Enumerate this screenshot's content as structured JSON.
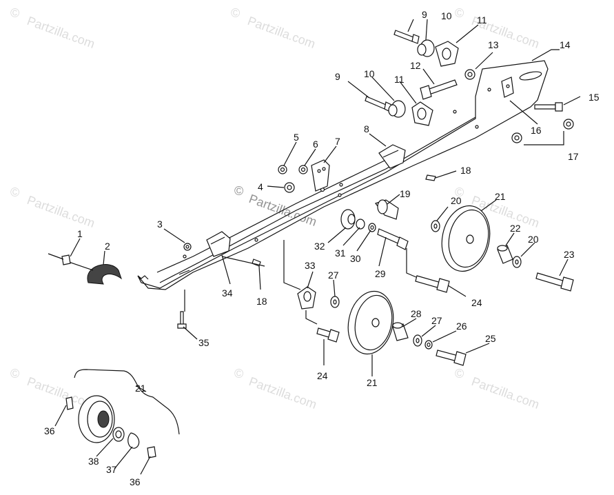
{
  "watermark": {
    "text": "Partzilla.com",
    "symbol": "©"
  },
  "callouts": {
    "c1": "1",
    "c2": "2",
    "c3": "3",
    "c4": "4",
    "c5": "5",
    "c6": "6",
    "c7": "7",
    "c8": "8",
    "c9a": "9",
    "c9b": "9",
    "c10a": "10",
    "c10b": "10",
    "c11a": "11",
    "c11b": "11",
    "c12": "12",
    "c13": "13",
    "c14": "14",
    "c15": "15",
    "c16": "16",
    "c17": "17",
    "c18a": "18",
    "c18b": "18",
    "c19": "19",
    "c20a": "20",
    "c20b": "20",
    "c21a": "21",
    "c21b": "21",
    "c21c": "21",
    "c22": "22",
    "c23": "23",
    "c24a": "24",
    "c24b": "24",
    "c25": "25",
    "c26": "26",
    "c27a": "27",
    "c27b": "27",
    "c28": "28",
    "c29": "29",
    "c30": "30",
    "c31": "31",
    "c32": "32",
    "c33": "33",
    "c34": "34",
    "c35": "35",
    "c36a": "36",
    "c36b": "36",
    "c37": "37",
    "c38": "38"
  }
}
